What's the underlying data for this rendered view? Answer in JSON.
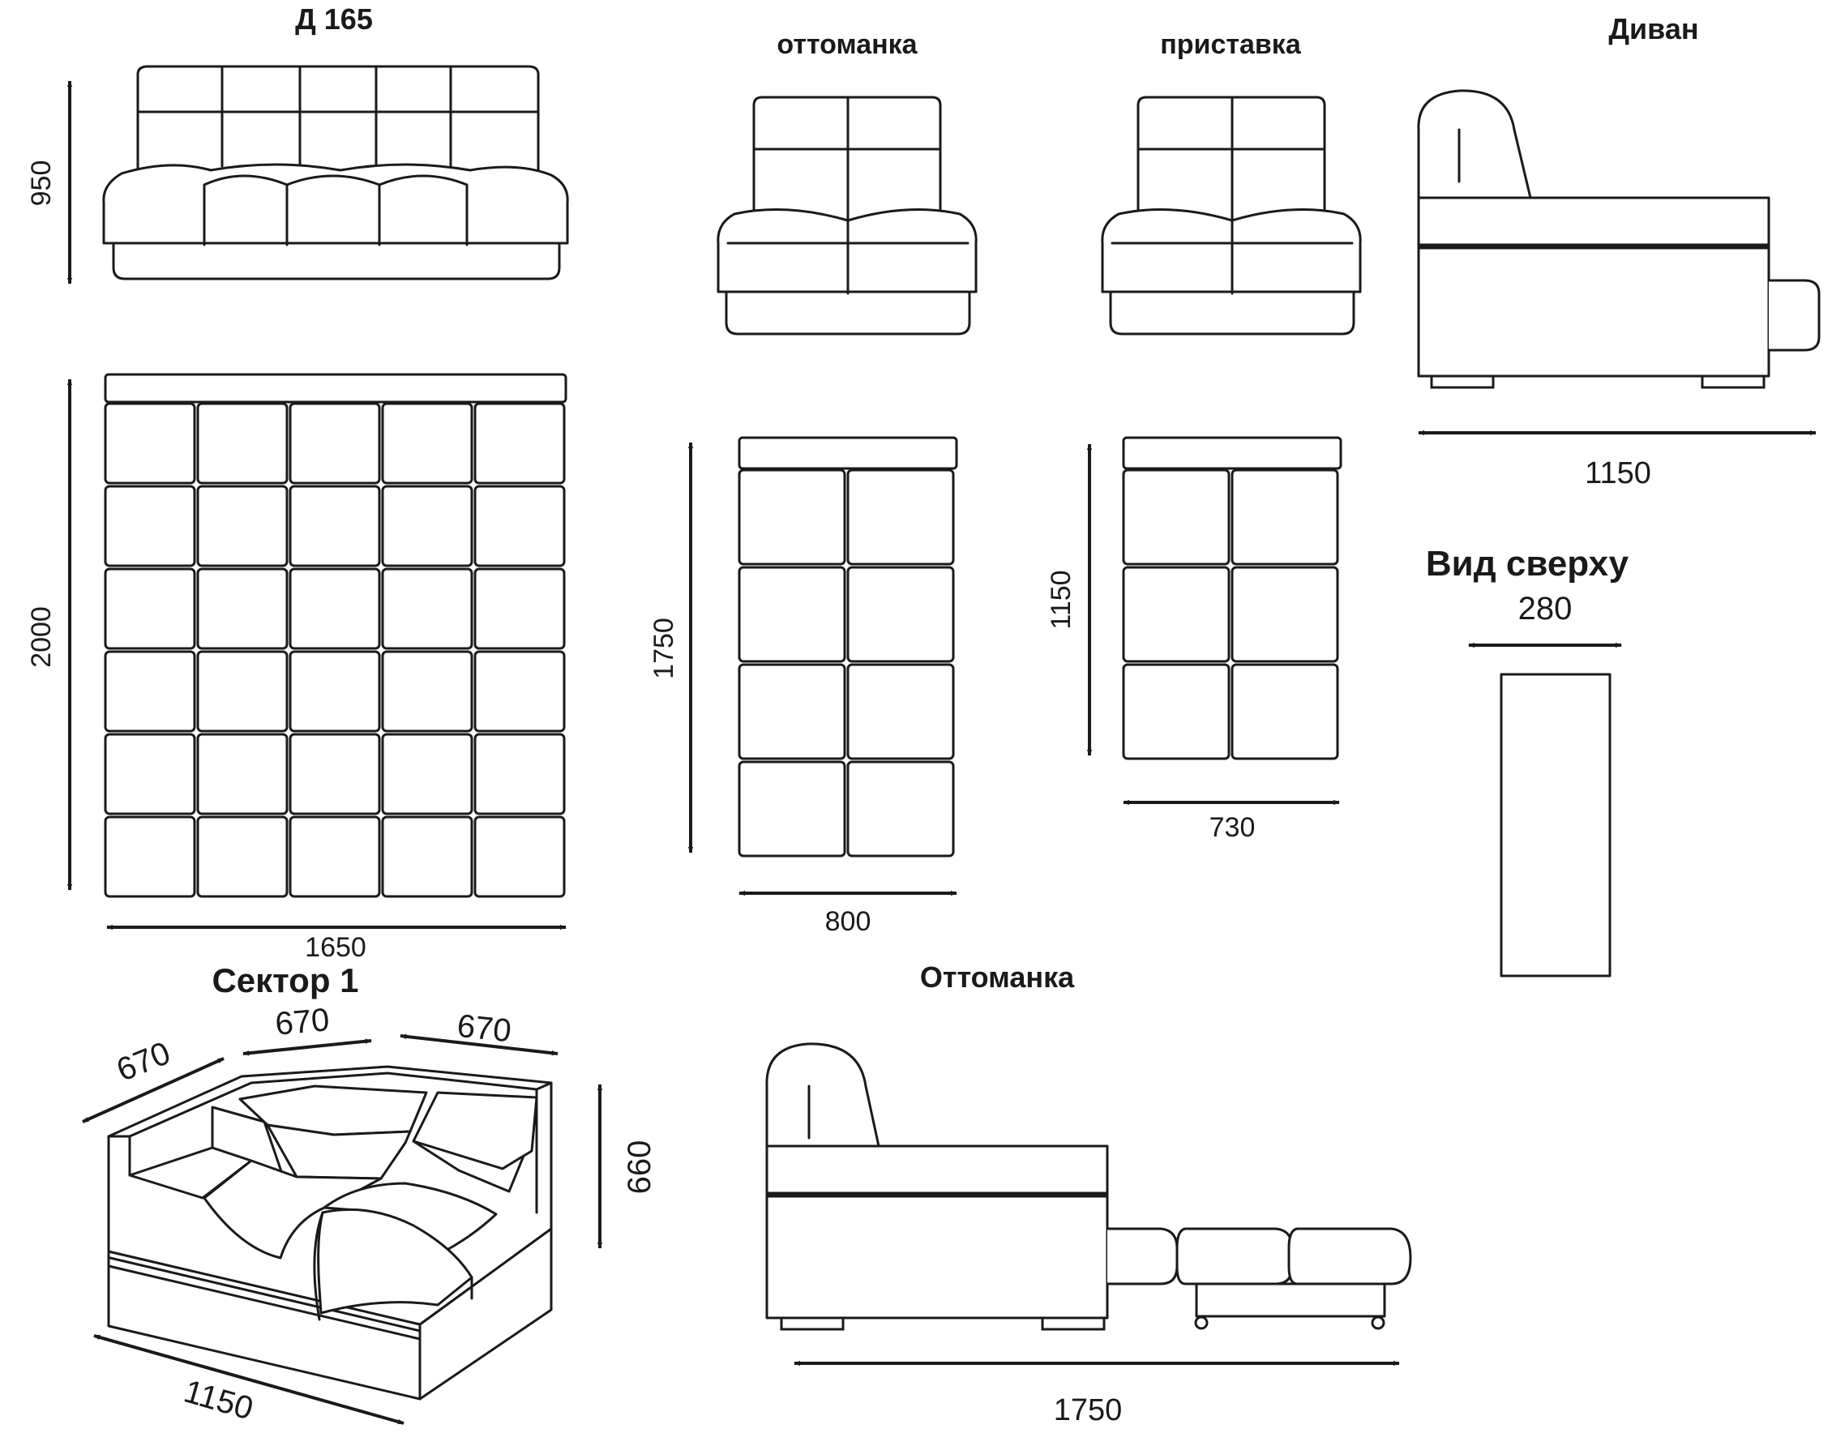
{
  "titles": {
    "d165": "Д 165",
    "ottomanka_small": "оттоманка",
    "pristavka": "приставка",
    "divan": "Диван",
    "vid_sverkhu": "Вид сверху",
    "sektor": "Сектор 1",
    "ottomanka_big": "Оттоманка"
  },
  "dims": {
    "d165_height": "950",
    "d165_depth": "2000",
    "d165_width": "1650",
    "ott_depth": "1750",
    "ott_width": "800",
    "prist_depth": "1150",
    "prist_width": "730",
    "divan_side": "1150",
    "top_view": "280",
    "sektor_a": "670",
    "sektor_b": "670",
    "sektor_c": "670",
    "sektor_h": "660",
    "sektor_d": "1150",
    "ott_side": "1750"
  },
  "colors": {
    "line": "#1a1a1a",
    "background": "#ffffff"
  }
}
